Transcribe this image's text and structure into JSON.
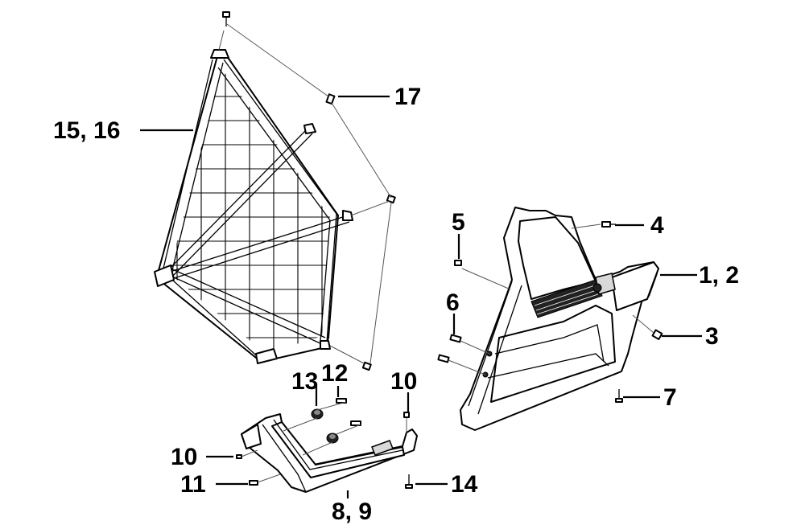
{
  "callouts": {
    "c1": "1, 2",
    "c3": "3",
    "c4": "4",
    "c5": "5",
    "c6": "6",
    "c7": "7",
    "c8": "8, 9",
    "c10a": "10",
    "c10b": "10",
    "c11": "11",
    "c12": "12",
    "c13": "13",
    "c14": "14",
    "c15": "15, 16",
    "c17": "17"
  }
}
